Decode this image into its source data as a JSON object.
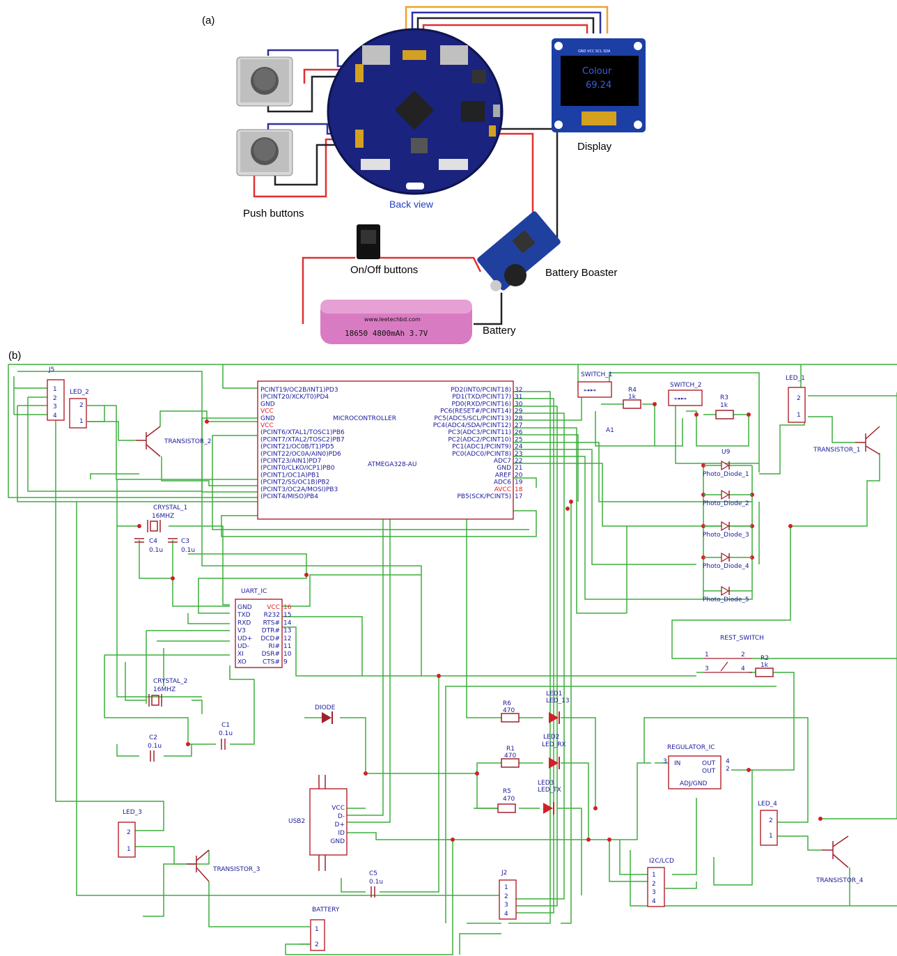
{
  "panel_a": {
    "label": "(a)",
    "push_buttons": "Push buttons",
    "back_view": "Back view",
    "display": "Display",
    "on_off": "On/Off buttons",
    "booster": "Battery Boaster",
    "battery": "Battery",
    "battery_url": "www.leetechbd.com",
    "battery_spec": "18650 4800mAh 3.7V",
    "oled_line1": "Colour",
    "oled_line2": "69.24",
    "oled_pins": "GND VCC SCL SDA"
  },
  "panel_b": {
    "label": "(b)",
    "mcu_title": "MICROCONTROLLER",
    "mcu_part": "ATMEGA328-AU",
    "mcu_left_pins": [
      "PCINT19/OC2B/INT1)PD3",
      "(PCINT20/XCK/T0)PD4",
      "GND",
      "VCC",
      "GND",
      "VCC",
      "(PCINT6/XTAL1/TOSC1)PB6",
      "(PCINT7/XTAL2/TOSC2)PB7",
      "(PCINT21/OC0B/T1)PD5",
      "(PCINT22/OC0A/AIN0)PD6",
      "(PCINT23/AIN1)PD7",
      "(PCINT0/CLKO/ICP1)PB0",
      "(PCINT1/OC1A)PB1",
      "(PCINT2/SS/OC1B)PB2",
      "(PCINT3/OC2A/MOSI)PB3",
      "(PCINT4/MISO)PB4"
    ],
    "mcu_right_pins": [
      "PD2(INT0/PCINT18)",
      "PD1(TXD/PCINT17)",
      "PD0(RXD/PCINT16)",
      "PC6(RESET#/PCINT14)",
      "PC5(ADC5/SCL/PCINT13)",
      "PC4(ADC4/SDA/PCINT12)",
      "PC3(ADC3/PCINT11)",
      "PC2(ADC2/PCINT10)",
      "PC1(ADC1/PCINT9)",
      "PC0(ADC0/PCINT8)",
      "ADC7",
      "GND",
      "AREF",
      "ADC6",
      "AVCC",
      "PB5(SCK/PCINT5)"
    ],
    "mcu_right_nums": [
      "32",
      "31",
      "30",
      "29",
      "28",
      "27",
      "26",
      "25",
      "24",
      "23",
      "22",
      "21",
      "20",
      "19",
      "18",
      "17"
    ],
    "uart_title": "UART_IC",
    "uart_left": [
      "GND",
      "TXD",
      "RXD",
      "V3",
      "UD+",
      "UD-",
      "XI",
      "XO"
    ],
    "uart_right": [
      "VCC",
      "R232",
      "RTS#",
      "DTR#",
      "DCD#",
      "RI#",
      "DSR#",
      "CTS#"
    ],
    "uart_right_nums": [
      "16",
      "15",
      "14",
      "13",
      "12",
      "11",
      "10",
      "9"
    ],
    "j5": "J5",
    "led_2": "LED_2",
    "led_1": "LED_1",
    "led_3": "LED_3",
    "led_4": "LED_4",
    "transistor_1": "TRANSISTOR_1",
    "transistor_2": "TRANSISTOR_2",
    "transistor_3": "TRANSISTOR_3",
    "transistor_4": "TRANSISTOR_4",
    "crystal_1": "CRYSTAL_1",
    "crystal_1_val": "16MHZ",
    "crystal_2": "CRYSTAL_2",
    "crystal_2_val": "16MHZ",
    "c4": "C4",
    "c4_val": "0.1u",
    "c3": "C3",
    "c3_val": "0.1u",
    "c1": "C1",
    "c1_val": "0.1u",
    "c2": "C2",
    "c2_val": "0.1u",
    "c5": "C5",
    "c5_val": "0.1u",
    "switch_1": "SWITCH_1",
    "switch_2": "SWITCH_2",
    "r4": "R4",
    "r4_val": "1k",
    "r3": "R3",
    "r3_val": "1k",
    "a1": "A1",
    "u9": "U9",
    "photo_diodes": [
      "Photo_Diode_1",
      "Photo_Diode_2",
      "Photo_Diode_3",
      "Photo_Diode_4",
      "Photo_Diode_5"
    ],
    "rest_switch": "REST_SWITCH",
    "r2": "R2",
    "r2_val": "1k",
    "diode": "DIODE",
    "r6": "R6",
    "r6_val": "470",
    "r1": "R1",
    "r1_val": "470",
    "r5": "R5",
    "r5_val": "470",
    "led1": "LED1",
    "led1_name": "LED_13",
    "led2": "LED2",
    "led2_name": "LED_RX",
    "led3": "LED3",
    "led3_name": "LED_TX",
    "regulator": "REGULATOR_IC",
    "reg_in": "IN",
    "reg_out": "OUT",
    "reg_gnd": "ADJ/GND",
    "usb2": "USB2",
    "usb_pins": [
      "VCC",
      "D-",
      "D+",
      "ID",
      "GND"
    ],
    "j2": "J2",
    "i2c_lcd": "I2C/LCD",
    "battery": "BATTERY"
  }
}
